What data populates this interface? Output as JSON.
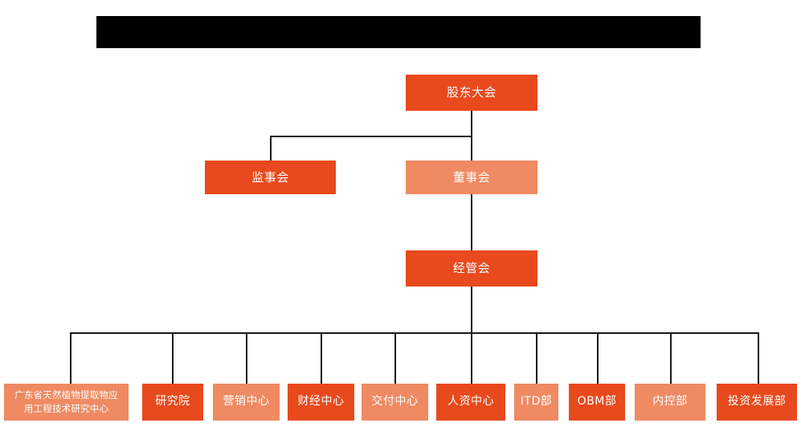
{
  "page": {
    "title": "组织架构图",
    "background_color": "#ffffff",
    "redacted_header": {
      "present": true,
      "label": "",
      "color": "#000000"
    }
  },
  "palette": {
    "dark_orange": "#e8491d",
    "light_salmon": "#ef8a62",
    "connector": "#1a1a1a",
    "text": "#ffffff"
  },
  "chart_data": {
    "type": "diagram",
    "diagram_type": "org-chart",
    "title": "",
    "levels": [
      {
        "level": 1,
        "nodes": [
          {
            "id": "shareholders",
            "label": "股东大会",
            "tone": "dark"
          }
        ]
      },
      {
        "level": 2,
        "nodes": [
          {
            "id": "supervisory",
            "label": "监事会",
            "tone": "dark"
          },
          {
            "id": "board",
            "label": "董事会",
            "tone": "light"
          }
        ]
      },
      {
        "level": 3,
        "nodes": [
          {
            "id": "management",
            "label": "经管会",
            "tone": "dark"
          }
        ]
      },
      {
        "level": 4,
        "nodes": [
          {
            "id": "research-center",
            "label": "广东省天然植物提取物应用工程技术研究中心",
            "tone": "light"
          },
          {
            "id": "institute",
            "label": "研究院",
            "tone": "dark"
          },
          {
            "id": "marketing",
            "label": "营销中心",
            "tone": "light"
          },
          {
            "id": "finance",
            "label": "财经中心",
            "tone": "dark"
          },
          {
            "id": "delivery",
            "label": "交付中心",
            "tone": "light"
          },
          {
            "id": "hr",
            "label": "人资中心",
            "tone": "dark"
          },
          {
            "id": "itd",
            "label": "ITD部",
            "tone": "light"
          },
          {
            "id": "obm",
            "label": "OBM部",
            "tone": "dark"
          },
          {
            "id": "internal-control",
            "label": "内控部",
            "tone": "light"
          },
          {
            "id": "investment",
            "label": "投资发展部",
            "tone": "dark"
          }
        ]
      }
    ],
    "edges": [
      {
        "from": "shareholders",
        "to": "supervisory"
      },
      {
        "from": "shareholders",
        "to": "board"
      },
      {
        "from": "board",
        "to": "management"
      },
      {
        "from": "management",
        "to": "research-center"
      },
      {
        "from": "management",
        "to": "institute"
      },
      {
        "from": "management",
        "to": "marketing"
      },
      {
        "from": "management",
        "to": "finance"
      },
      {
        "from": "management",
        "to": "delivery"
      },
      {
        "from": "management",
        "to": "hr"
      },
      {
        "from": "management",
        "to": "itd"
      },
      {
        "from": "management",
        "to": "obm"
      },
      {
        "from": "management",
        "to": "internal-control"
      },
      {
        "from": "management",
        "to": "investment"
      }
    ]
  },
  "nodes": {
    "shareholders": "股东大会",
    "supervisory": "监事会",
    "board": "董事会",
    "management": "经管会",
    "research_center_line1": "广东省天然植物提取物应",
    "research_center_line2": "用工程技术研究中心",
    "institute": "研究院",
    "marketing": "营销中心",
    "finance": "财经中心",
    "delivery": "交付中心",
    "hr": "人资中心",
    "itd": "ITD部",
    "obm": "OBM部",
    "internal_control": "内控部",
    "investment": "投资发展部"
  }
}
